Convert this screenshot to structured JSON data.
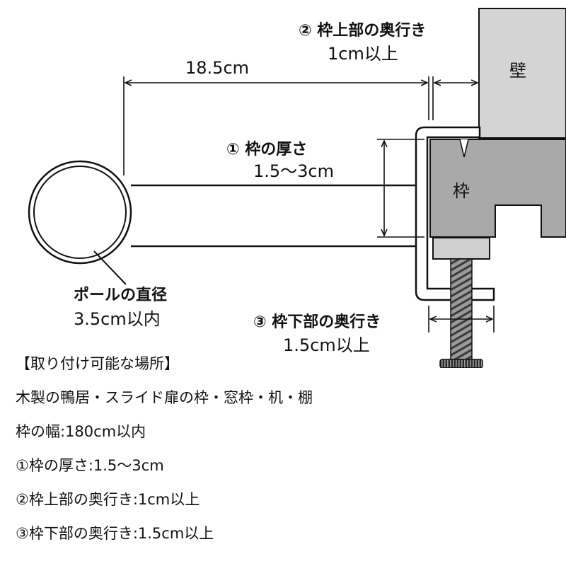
{
  "labels": {
    "wall": "壁",
    "frame": "枠",
    "dim_span": "18.5cm",
    "top_depth_title": "② 枠上部の奥行き",
    "top_depth_value": "1cm以上",
    "thickness_title": "① 枠の厚さ",
    "thickness_value": "1.5〜3cm",
    "pole_title": "ポールの直径",
    "pole_value": "3.5cm以内",
    "bottom_depth_title": "③ 枠下部の奥行き",
    "bottom_depth_value": "1.5cm以上"
  },
  "notes": [
    "【取り付け可能な場所】",
    "木製の鴨居・スライド扉の枠・窓枠・机・棚",
    "枠の幅:180cm以内",
    "①枠の厚さ:1.5〜3cm",
    "②枠上部の奥行き:1cm以上",
    "③枠下部の奥行き:1.5cm以上"
  ],
  "colors": {
    "wall_fill": "#d4d4d4",
    "frame_fill": "#a9a9a9",
    "pad_fill": "#cfcfcf",
    "line": "#111111"
  }
}
